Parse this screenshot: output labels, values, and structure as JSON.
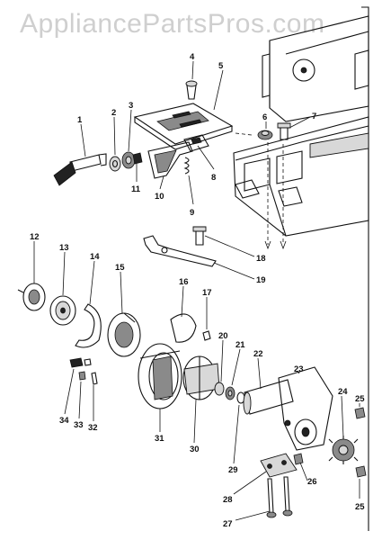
{
  "watermark": "AppliancePartsPros.com",
  "part_numbers": [
    "1",
    "2",
    "3",
    "4",
    "5",
    "6",
    "7",
    "8",
    "9",
    "10",
    "11",
    "12",
    "13",
    "14",
    "15",
    "16",
    "17",
    "18",
    "19",
    "20",
    "21",
    "22",
    "23",
    "24",
    "25",
    "25",
    "26",
    "27",
    "28",
    "29",
    "30",
    "31",
    "32",
    "33",
    "34"
  ]
}
